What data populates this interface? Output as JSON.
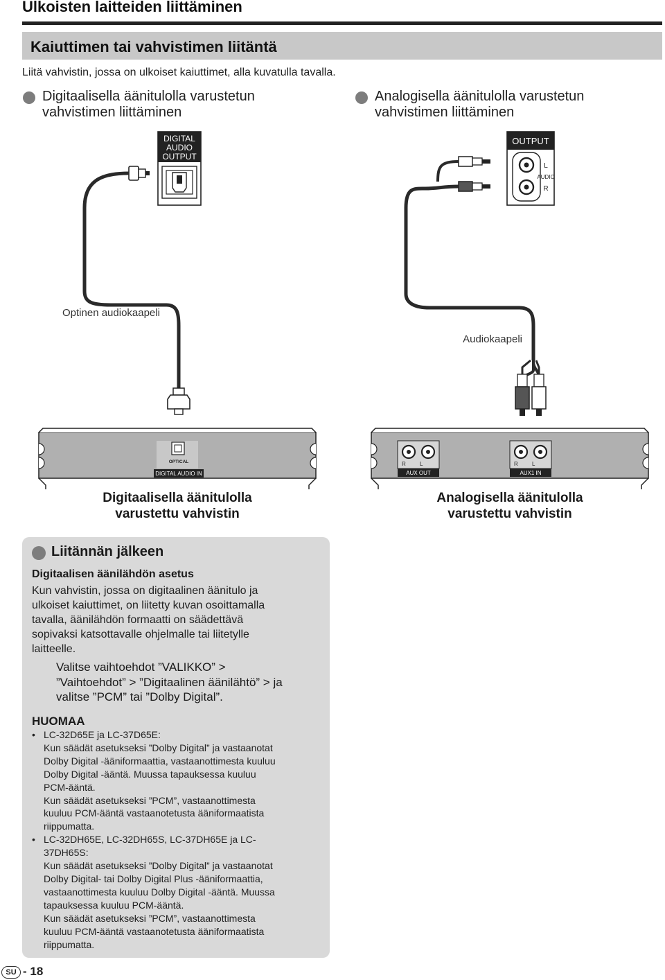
{
  "page": {
    "title": "Ulkoisten laitteiden liittäminen",
    "section_title": "Kaiuttimen tai vahvistimen liitäntä",
    "intro": "Liitä vahvistin, jossa on ulkoiset kaiuttimet, alla kuvatulla tavalla."
  },
  "digital": {
    "heading_line1": "Digitaalisella äänitulolla varustetun",
    "heading_line2": "vahvistimen liittäminen",
    "tv_port_line1": "DIGITAL",
    "tv_port_line2": "AUDIO",
    "tv_port_line3": "OUTPUT",
    "cable_label": "Optinen audiokaapeli",
    "amp_optical_label": "OPTICAL",
    "amp_port_label": "DIGITAL AUDIO IN",
    "amp_caption_line1": "Digitaalisella äänitulolla",
    "amp_caption_line2": "varustettu vahvistin"
  },
  "analog": {
    "heading_line1": "Analogisella äänitulolla varustetun",
    "heading_line2": "vahvistimen liittäminen",
    "tv_port_label": "OUTPUT",
    "tv_side_l": "L",
    "tv_side_audio": "AUDIO",
    "tv_side_r": "R",
    "cable_label": "Audiokaapeli",
    "amp_r": "R",
    "amp_l": "L",
    "amp_port1_label": "AUX OUT",
    "amp_port2_label": "AUX1 IN",
    "amp_caption_line1": "Analogisella äänitulolla",
    "amp_caption_line2": "varustettu vahvistin"
  },
  "after": {
    "title": "Liitännän jälkeen",
    "setup_title": "Digitaalisen äänilähdön asetus",
    "setup_lines": [
      "Kun vahvistin, jossa on digitaalinen äänitulo ja",
      "ulkoiset kaiuttimet, on liitetty kuvan osoittamalla",
      "tavalla, äänilähdön formaatti on säädettävä",
      "sopivaksi katsottavalle ohjelmalle tai liitetylle",
      "laitteelle."
    ],
    "instruction_lines": [
      "Valitse vaihtoehdot ”VALIKKO” >",
      "”Vaihtoehdot” > ”Digitaalinen äänilähtö” > ja",
      "valitse ”PCM” tai ”Dolby Digital”."
    ],
    "note_title": "HUOMAA",
    "notes": [
      {
        "bullet": "•",
        "lines": [
          "LC-32D65E ja LC-37D65E:",
          "Kun säädät asetukseksi ”Dolby Digital” ja vastaanotat",
          "Dolby Digital -ääniformaattia, vastaanottimesta kuuluu",
          "Dolby Digital -ääntä. Muussa tapauksessa kuuluu",
          "PCM-ääntä.",
          "Kun säädät asetukseksi ”PCM”, vastaanottimesta",
          "kuuluu PCM-ääntä vastaanotetusta ääniformaatista",
          "riippumatta."
        ]
      },
      {
        "bullet": "•",
        "lines": [
          "LC-32DH65E, LC-32DH65S, LC-37DH65E ja LC-",
          "37DH65S:",
          "Kun säädät asetukseksi ”Dolby Digital” ja vastaanotat",
          "Dolby Digital- tai Dolby Digital Plus -ääniformaattia,",
          "vastaanottimesta kuuluu Dolby Digital -ääntä. Muussa",
          "tapauksessa kuuluu PCM-ääntä.",
          "Kun säädät asetukseksi ”PCM”, vastaanottimesta",
          "kuuluu PCM-ääntä vastaanotetusta ääniformaatista",
          "riippumatta."
        ]
      }
    ]
  },
  "footer": {
    "lang_badge": "SU",
    "page_number": "- 18"
  }
}
